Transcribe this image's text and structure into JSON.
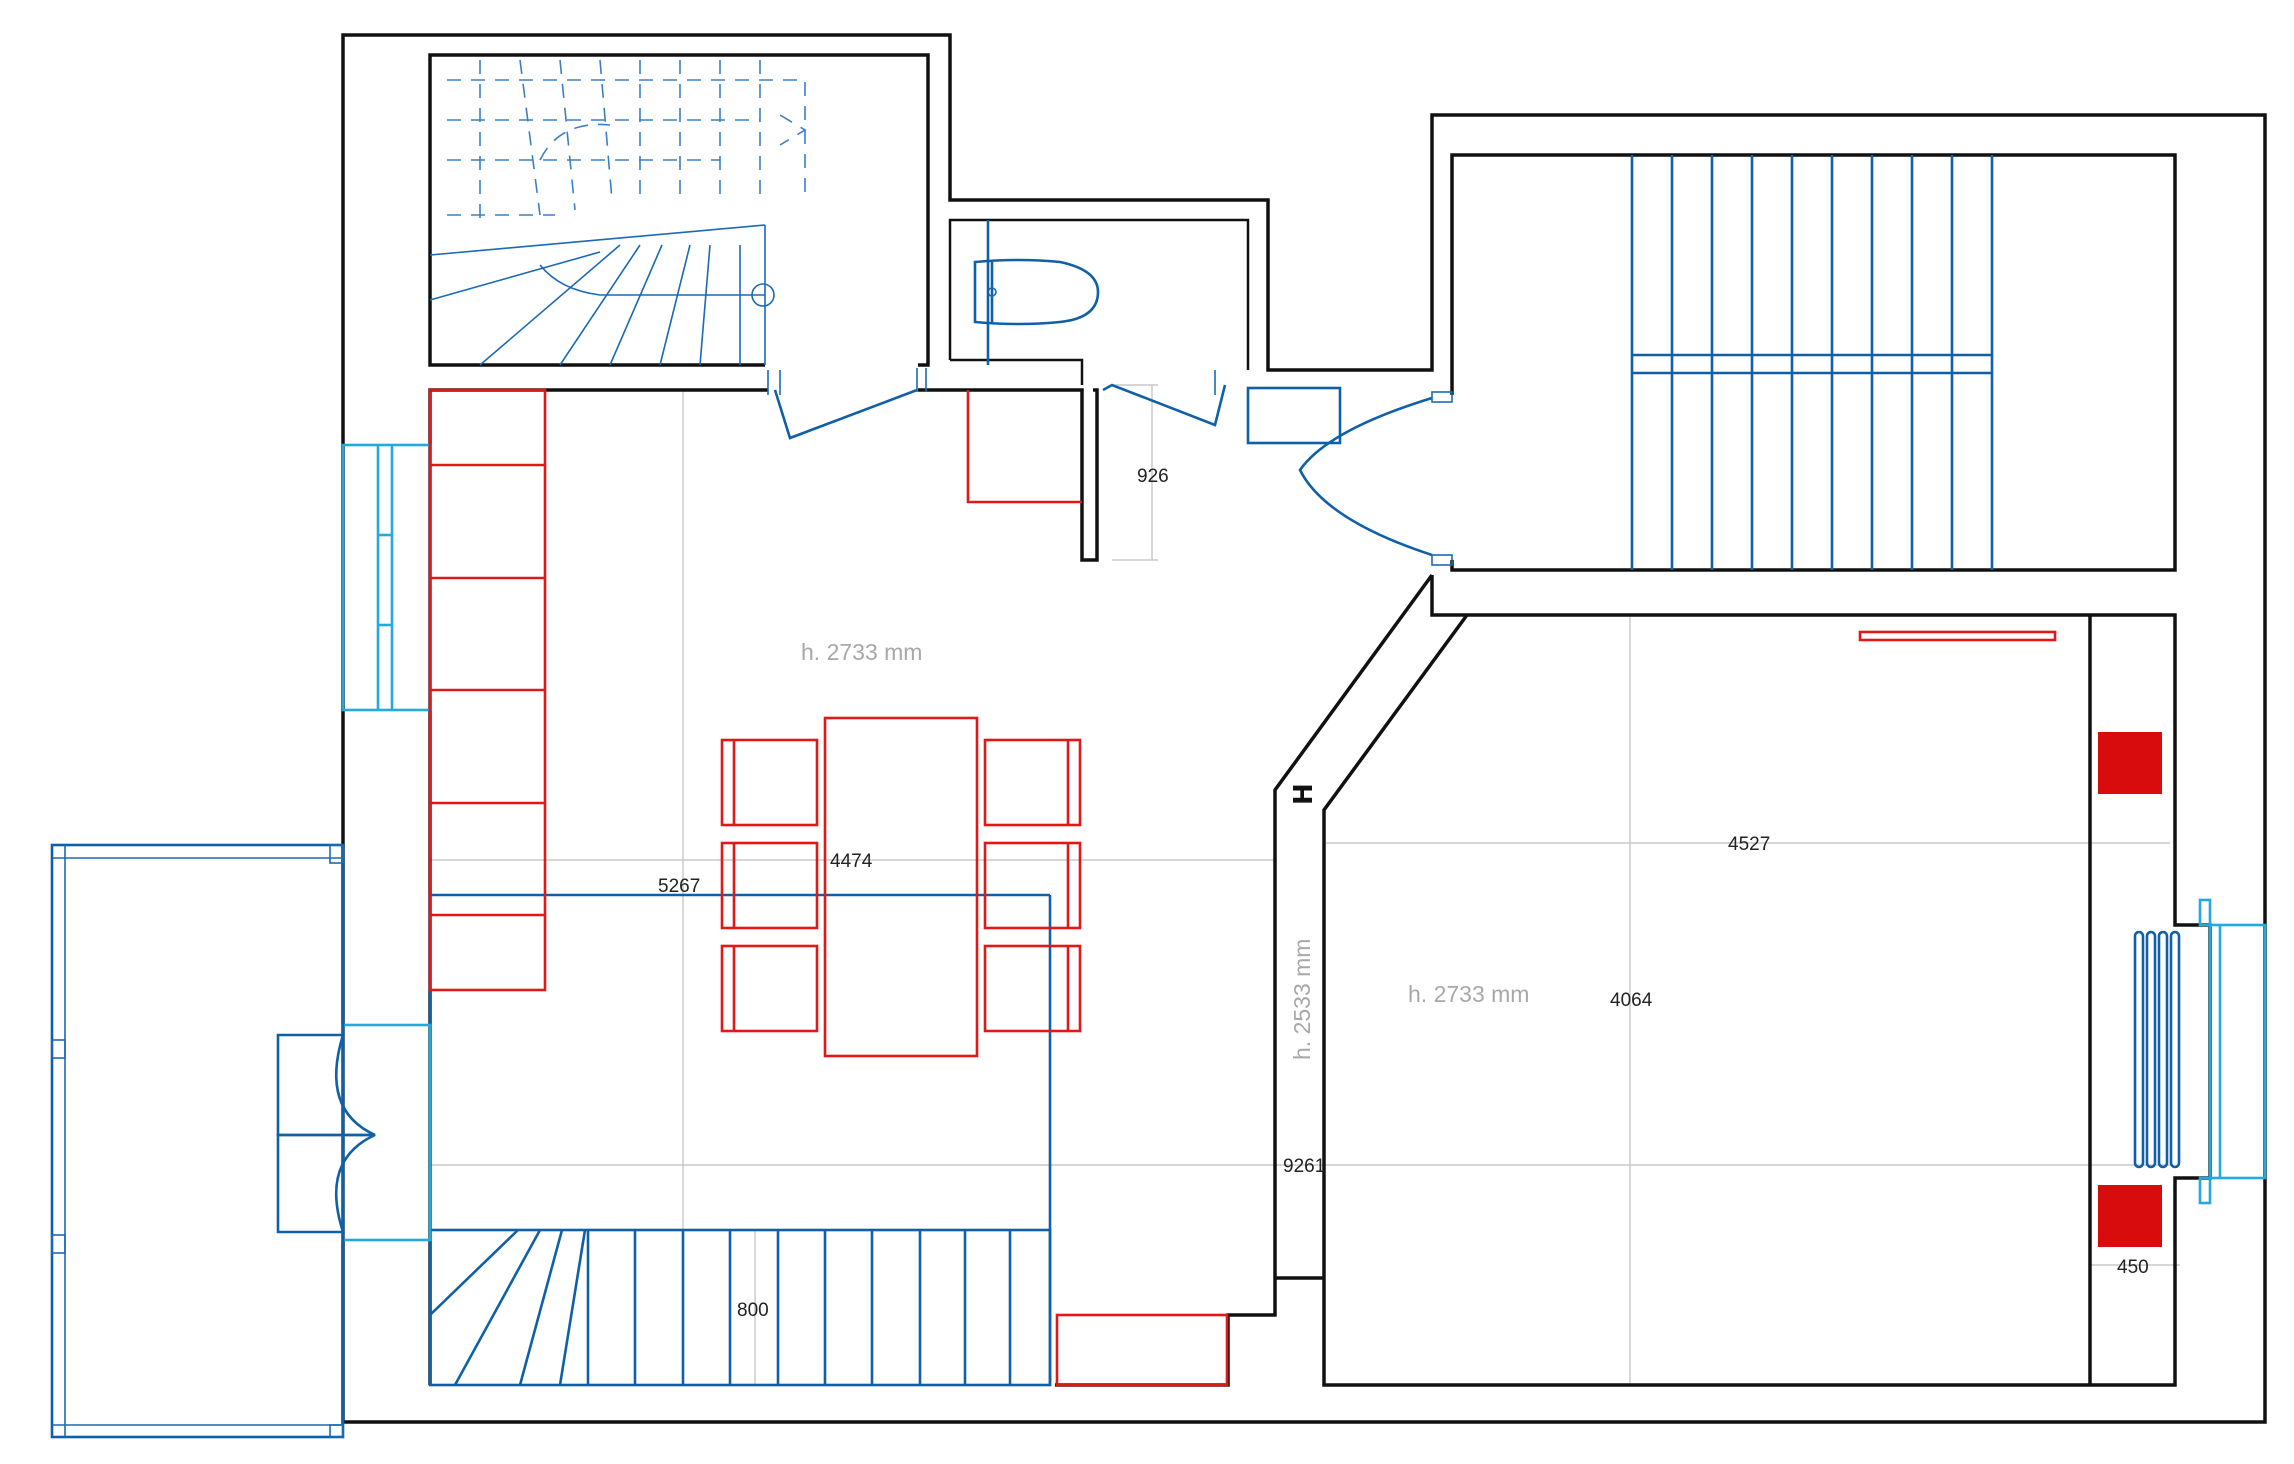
{
  "dimensions": {
    "d926": "926",
    "d5267": "5267",
    "d4474": "4474",
    "d4527": "4527",
    "d4064": "4064",
    "d9261": "9261",
    "d800": "800",
    "d450": "450"
  },
  "heights": {
    "living_room": "h. 2733 mm",
    "bedroom": "h. 2733 mm",
    "corridor": "h. 2533 mm"
  },
  "symbols": {
    "h_marker": "H"
  },
  "colors": {
    "walls": "#111111",
    "stairs_fixtures": "#1060a8",
    "windows": "#22aadd",
    "furniture": "#e01818",
    "dimension_lines": "#c8c8c8",
    "height_labels": "#a8a8a8"
  }
}
